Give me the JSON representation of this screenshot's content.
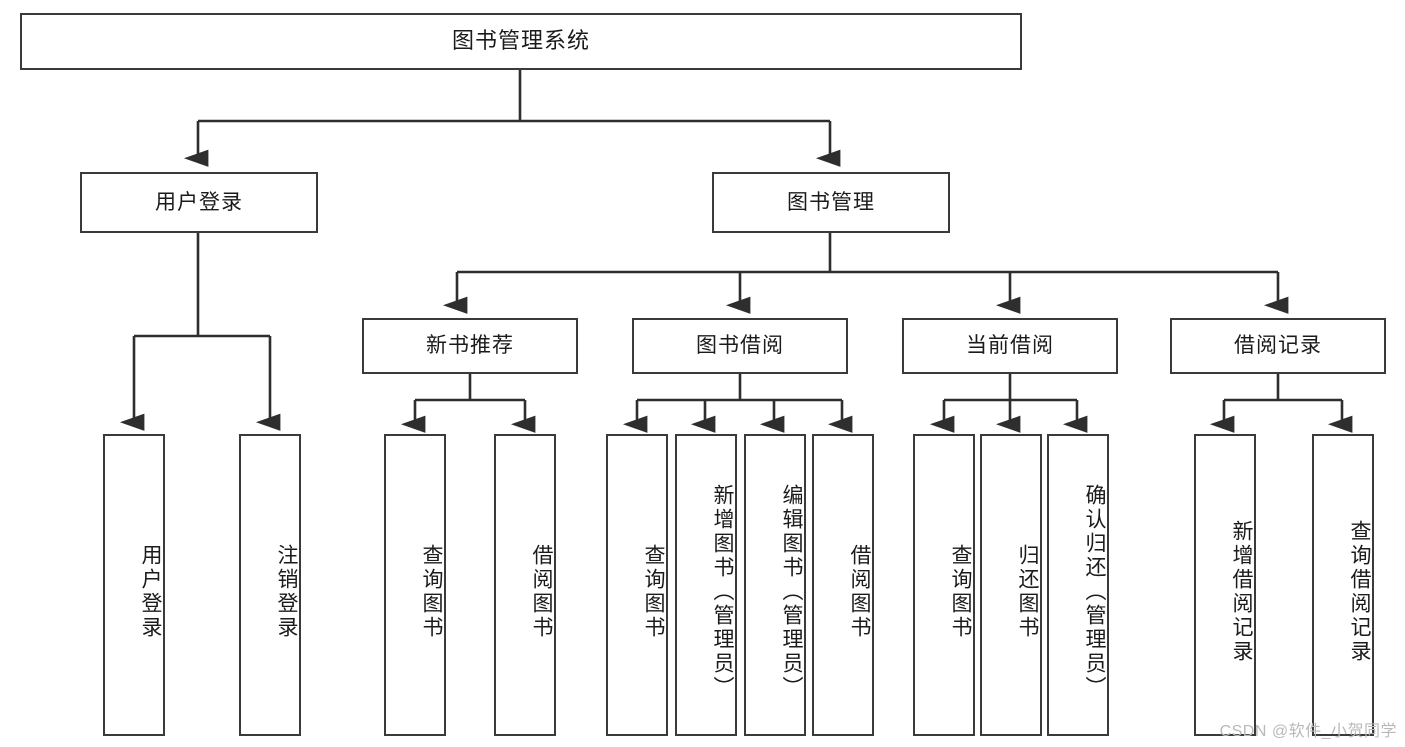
{
  "diagram": {
    "title": "图书管理系统",
    "root": {
      "label": "图书管理系统"
    },
    "level1": [
      {
        "label": "用户登录"
      },
      {
        "label": "图书管理"
      }
    ],
    "level2": [
      {
        "label": "新书推荐"
      },
      {
        "label": "图书借阅"
      },
      {
        "label": "当前借阅"
      },
      {
        "label": "借阅记录"
      }
    ],
    "leaves": {
      "user_login": [
        {
          "label": "用户登录"
        },
        {
          "label": "注销登录"
        }
      ],
      "new_book_recommend": [
        {
          "label": "查询图书"
        },
        {
          "label": "借阅图书"
        }
      ],
      "book_borrow": [
        {
          "label": "查询图书"
        },
        {
          "label": "新增图书（管理员）"
        },
        {
          "label": "编辑图书（管理员）"
        },
        {
          "label": "借阅图书"
        }
      ],
      "current_borrow": [
        {
          "label": "查询图书"
        },
        {
          "label": "归还图书"
        },
        {
          "label": "确认归还（管理员）"
        }
      ],
      "borrow_record": [
        {
          "label": "新增借阅记录"
        },
        {
          "label": "查询借阅记录"
        }
      ]
    }
  },
  "watermark": {
    "text": "CSDN @软件_小贺同学"
  },
  "colors": {
    "stroke": "#3a3a3a",
    "text": "#1b1b1b",
    "background": "#ffffff",
    "watermark": "#b9b9b9"
  }
}
